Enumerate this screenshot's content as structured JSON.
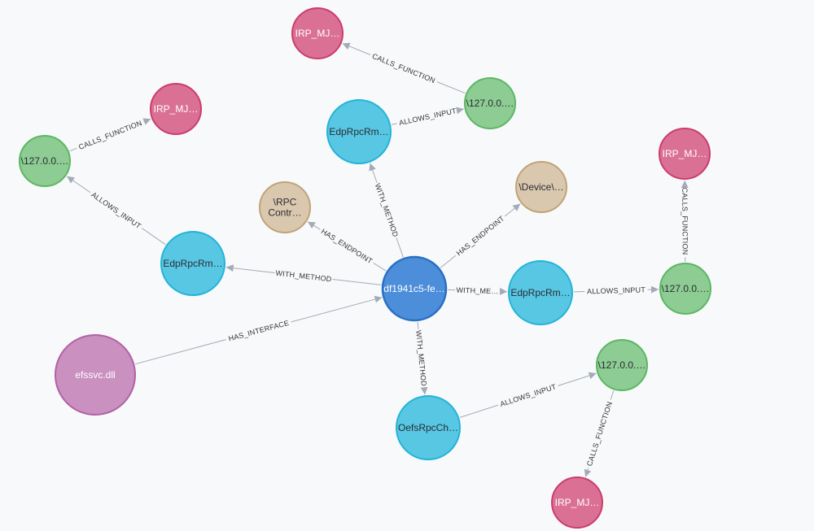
{
  "colors": {
    "interface": "#4c8eda",
    "interface_stroke": "#2870c2",
    "method": "#57c7e3",
    "method_stroke": "#23b3d7",
    "input": "#8dcc93",
    "input_stroke": "#5db665",
    "function": "#da7194",
    "function_stroke": "#cc3c6c",
    "endpoint": "#d9c8ae",
    "endpoint_stroke": "#c0a378",
    "dll": "#c990c0",
    "dll_stroke": "#b261a5",
    "edge": "#a5abb6"
  },
  "nodes": [
    {
      "id": "iface",
      "kind": "interface",
      "label": [
        "df1941c5-fe…"
      ]
    },
    {
      "id": "dll",
      "kind": "dll",
      "label": [
        "efssvc.dll"
      ]
    },
    {
      "id": "ep_rpc",
      "kind": "endpoint",
      "label": [
        "\\RPC",
        "Contr…"
      ]
    },
    {
      "id": "ep_dev",
      "kind": "endpoint",
      "label": [
        "\\Device\\…"
      ]
    },
    {
      "id": "m_top",
      "kind": "method",
      "label": [
        "EdpRpcRm…"
      ]
    },
    {
      "id": "m_left",
      "kind": "method",
      "label": [
        "EdpRpcRm…"
      ]
    },
    {
      "id": "m_right",
      "kind": "method",
      "label": [
        "EdpRpcRm…"
      ]
    },
    {
      "id": "m_bottom",
      "kind": "method",
      "label": [
        "OefsRpcCh…"
      ]
    },
    {
      "id": "in_top",
      "kind": "input",
      "label": [
        "\\127.0.0.…"
      ]
    },
    {
      "id": "in_left",
      "kind": "input",
      "label": [
        "\\127.0.0.…"
      ]
    },
    {
      "id": "in_right",
      "kind": "input",
      "label": [
        "\\127.0.0.…"
      ]
    },
    {
      "id": "in_bottom",
      "kind": "input",
      "label": [
        "\\127.0.0.…"
      ]
    },
    {
      "id": "f_top",
      "kind": "function",
      "label": [
        "IRP_MJ…"
      ]
    },
    {
      "id": "f_left",
      "kind": "function",
      "label": [
        "IRP_MJ…"
      ]
    },
    {
      "id": "f_right",
      "kind": "function",
      "label": [
        "IRP_MJ…"
      ]
    },
    {
      "id": "f_bottom",
      "kind": "function",
      "label": [
        "IRP_MJ…"
      ]
    }
  ],
  "edges": [
    {
      "from": "dll",
      "to": "iface",
      "label": "HAS_INTERFACE"
    },
    {
      "from": "iface",
      "to": "ep_rpc",
      "label": "HAS_ENDPOINT"
    },
    {
      "from": "iface",
      "to": "ep_dev",
      "label": "HAS_ENDPOINT"
    },
    {
      "from": "iface",
      "to": "m_top",
      "label": "WITH_METHOD"
    },
    {
      "from": "iface",
      "to": "m_left",
      "label": "WITH_METHOD"
    },
    {
      "from": "iface",
      "to": "m_right",
      "label": "WITH_ME…"
    },
    {
      "from": "iface",
      "to": "m_bottom",
      "label": "WITH_METHOD"
    },
    {
      "from": "m_top",
      "to": "in_top",
      "label": "ALLOWS_INPUT"
    },
    {
      "from": "m_left",
      "to": "in_left",
      "label": "ALLOWS_INPUT"
    },
    {
      "from": "m_right",
      "to": "in_right",
      "label": "ALLOWS_INPUT"
    },
    {
      "from": "m_bottom",
      "to": "in_bottom",
      "label": "ALLOWS_INPUT"
    },
    {
      "from": "in_top",
      "to": "f_top",
      "label": "CALLS_FUNCTION"
    },
    {
      "from": "in_left",
      "to": "f_left",
      "label": "CALLS_FUNCTION"
    },
    {
      "from": "in_right",
      "to": "f_right",
      "label": "CALLS_FUNCTION"
    },
    {
      "from": "in_bottom",
      "to": "f_bottom",
      "label": "CALLS_FUNCTION"
    }
  ]
}
